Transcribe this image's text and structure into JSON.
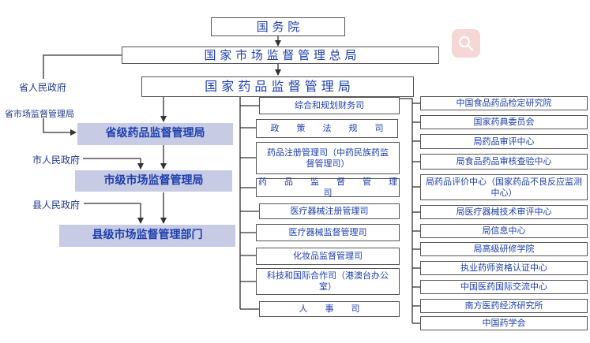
{
  "top": {
    "state_council": "国 务 院",
    "samr": "国 家 市 场 监 督 管 理 总 局",
    "nmpa": "国 家  药 品 监 督 管 理 局"
  },
  "left": {
    "provincial_gov_label": "省人民政府",
    "provincial_samr_label": "省市场监督管理局",
    "provincial_bureau": "省级药品监督管理局",
    "city_gov_label": "市人民政府",
    "city_bureau": "市级市场监督管理局",
    "county_gov_label": "县人民政府",
    "county_bureau": "县级市场监督管理部门"
  },
  "departments": [
    "综合和规划财务司",
    "政　　策　　法　　规　　司",
    "药品注册管理司（中药民族药监督管理司）",
    "药　　品　　监　　督　　管　　理　　司",
    "医疗器械注册管理司",
    "医疗器械监督管理司",
    "化妆品监督管理司",
    "科技和国际合作司（港澳台办公室）",
    "人　　事　　司"
  ],
  "institutions": [
    "中国食品药品检定研究院",
    "国家药典委员会",
    "局药品审评中心",
    "局食品药品审核查验中心",
    "局药品评价中心（国家药品不良反应监测中心）",
    "局医疗器械技术审评中心",
    "局信息中心",
    "局高级研修学院",
    "执业药师资格认证中心",
    "中国医药国际交流中心",
    "南方医药经济研究所",
    "中国药学会"
  ],
  "icons": {
    "search": "search-icon"
  },
  "colors": {
    "text": "#1e40af",
    "highlight_fill": "#c7cbe4",
    "search_bg": "#f7d6d6"
  }
}
